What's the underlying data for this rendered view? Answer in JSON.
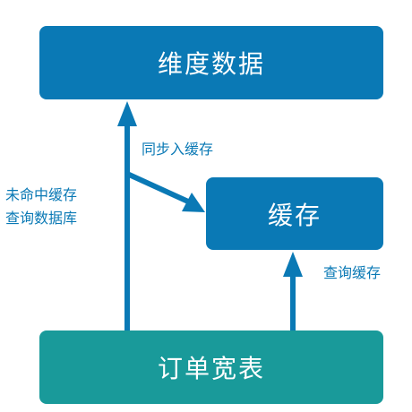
{
  "nodes": {
    "dimension": "维度数据",
    "cache": "缓存",
    "order": "订单宽表"
  },
  "edges": {
    "sync_to_cache": "同步入缓存",
    "cache_miss_line1": "未命中缓存",
    "cache_miss_line2": "查询数据库",
    "query_cache": "查询缓存"
  },
  "colors": {
    "blue": "#0a79b5",
    "teal": "#199a9a"
  }
}
